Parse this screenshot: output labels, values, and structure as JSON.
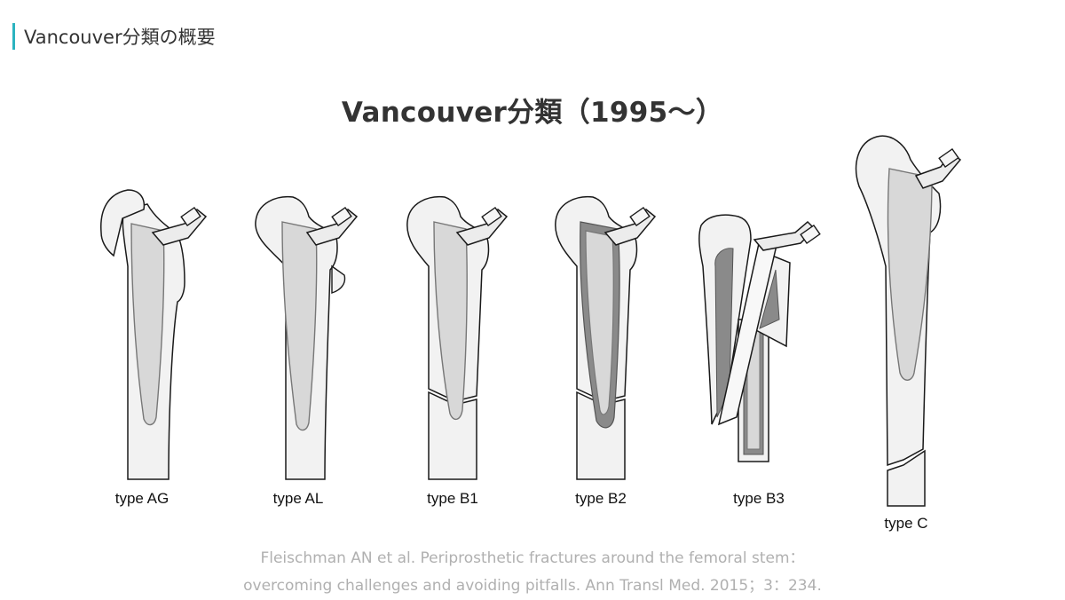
{
  "header": {
    "title": "Vancouver分類の概要"
  },
  "slide": {
    "title": "Vancouver分類（1995〜）"
  },
  "types": [
    {
      "label": "type AG"
    },
    {
      "label": "type AL"
    },
    {
      "label": "type B1"
    },
    {
      "label": "type B2"
    },
    {
      "label": "type B3"
    },
    {
      "label": "type C"
    }
  ],
  "citation": {
    "line1": "Fleischman AN et al. Periprosthetic fractures around the femoral stem：",
    "line2": "overcoming challenges and avoiding pitfalls. Ann Transl Med. 2015；3：234."
  },
  "colors": {
    "accent": "#2bb3c0",
    "bone_fill": "#f2f2f2",
    "implant_fill": "#d6d6d6",
    "loose_zone": "#8a8a8a",
    "outline": "#1a1a1a"
  }
}
